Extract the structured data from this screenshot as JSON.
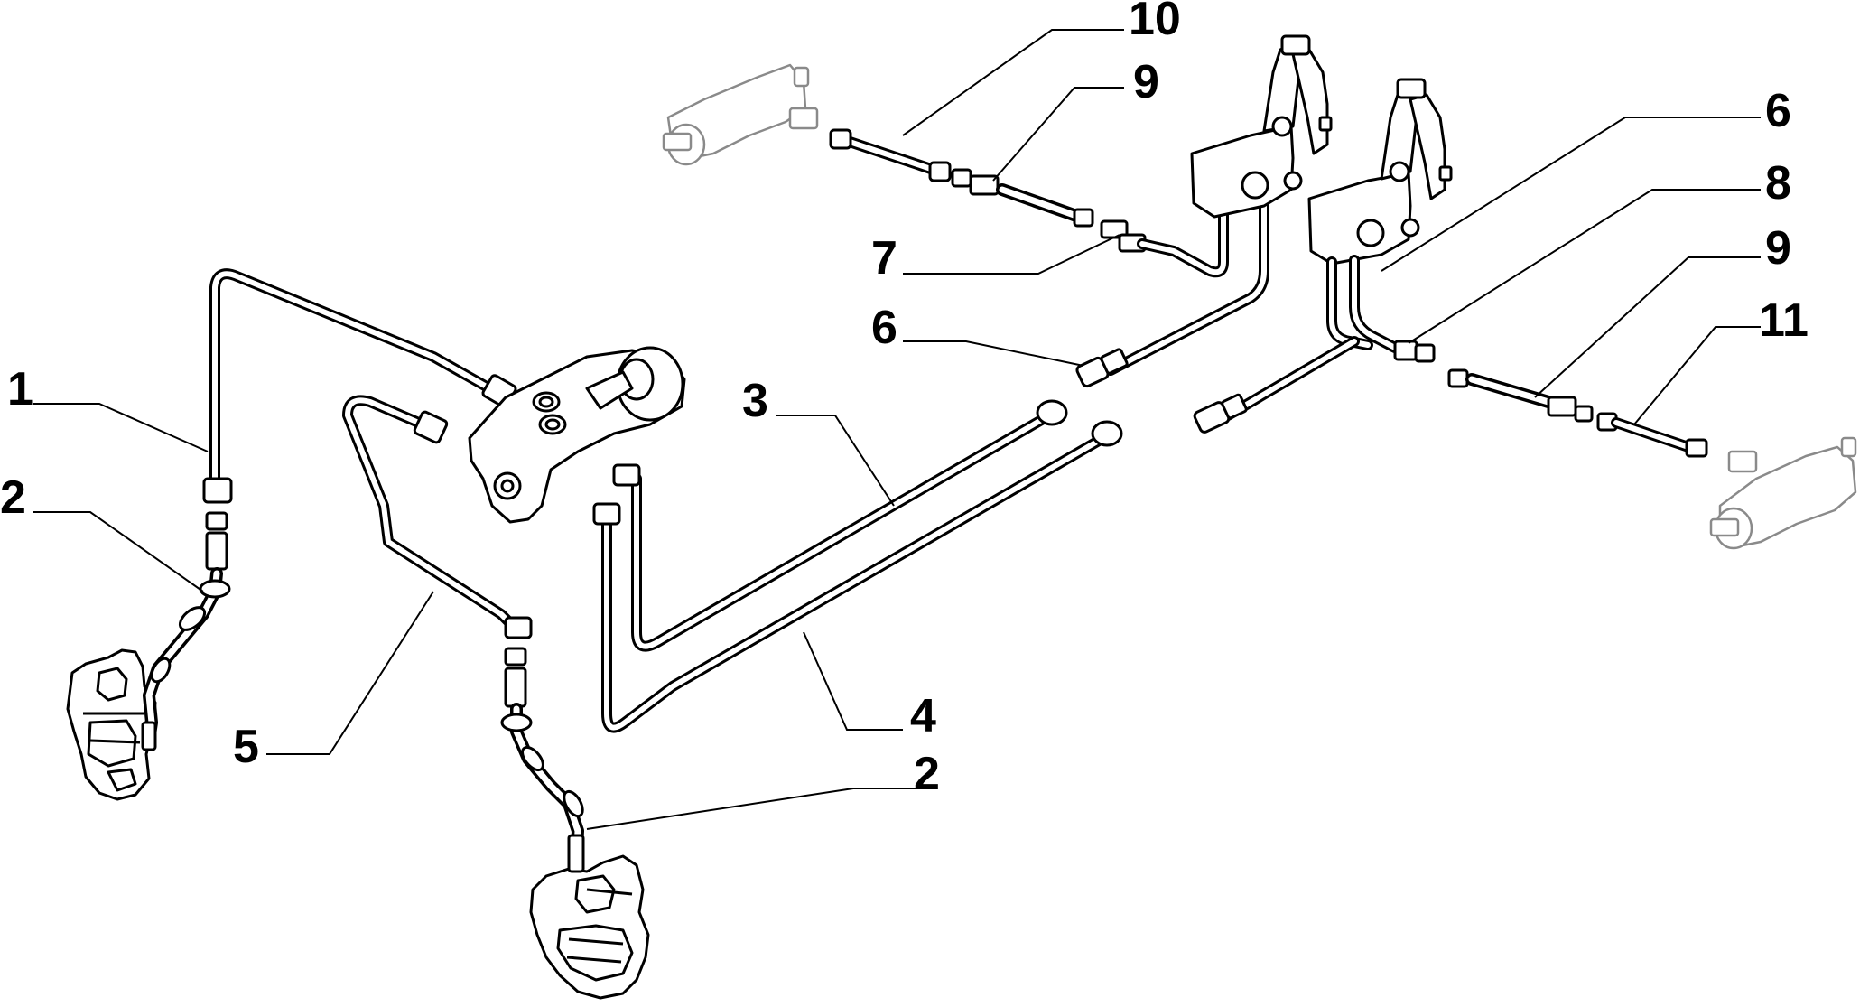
{
  "callouts": [
    {
      "id": "c1",
      "label": "1"
    },
    {
      "id": "c2a",
      "label": "2"
    },
    {
      "id": "c2b",
      "label": "2"
    },
    {
      "id": "c3",
      "label": "3"
    },
    {
      "id": "c4",
      "label": "4"
    },
    {
      "id": "c5",
      "label": "5"
    },
    {
      "id": "c6a",
      "label": "6"
    },
    {
      "id": "c6b",
      "label": "6"
    },
    {
      "id": "c7",
      "label": "7"
    },
    {
      "id": "c8",
      "label": "8"
    },
    {
      "id": "c9a",
      "label": "9"
    },
    {
      "id": "c9b",
      "label": "9"
    },
    {
      "id": "c10",
      "label": "10"
    },
    {
      "id": "c11",
      "label": "11"
    }
  ]
}
